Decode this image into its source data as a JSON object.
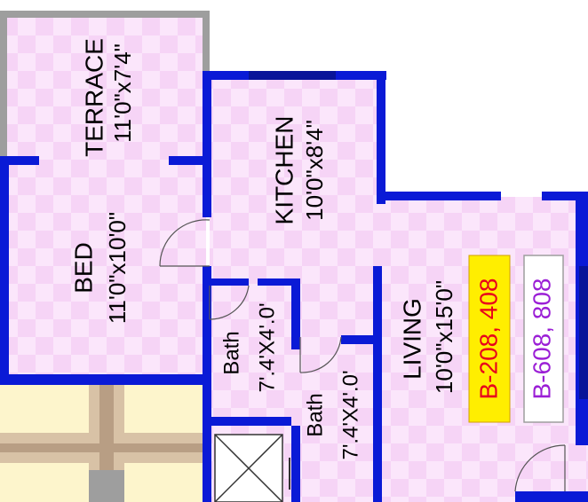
{
  "rooms": {
    "terrace": {
      "name": "TERRACE",
      "size": "11'0\"x7'4\""
    },
    "kitchen": {
      "name": "KITCHEN",
      "size": "10'0\"x8'4\""
    },
    "bed": {
      "name": "BED",
      "size": "11'0\"x10'0\""
    },
    "living": {
      "name": "LIVING",
      "size": "10'0\"x15'0\""
    },
    "bath1": {
      "name": "Bath",
      "size": "7'.4'X4'.0'"
    },
    "bath2": {
      "name": "Bath",
      "size": "7'.4'X4'.0'"
    }
  },
  "flats": {
    "b1": {
      "label": "B-208, 408",
      "color": "#e8001c",
      "fill": "#ffee00"
    },
    "b2": {
      "label": "B-608, 808",
      "color": "#9b1fd6",
      "fill": "#ffffff"
    }
  },
  "colors": {
    "wall": "#0a1ad6",
    "floor": "#f6d4f6",
    "floor_alt": "#fbe6fb",
    "terrace_wall": "#9e9e9e",
    "lobby": "#fdf5cc",
    "lobby_beam": "#d8c2a6"
  }
}
